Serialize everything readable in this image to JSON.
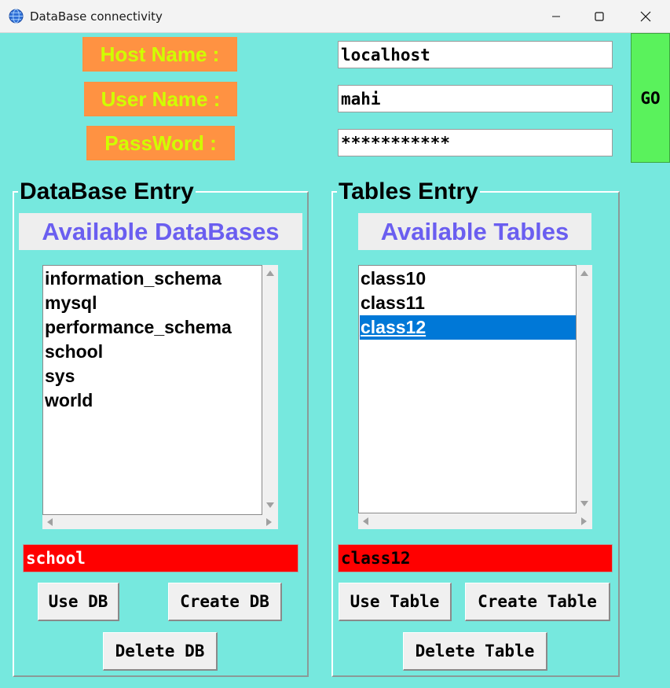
{
  "window": {
    "title": "DataBase connectivity",
    "icons": {
      "app": "globe-icon",
      "minimize": "minimize-icon",
      "maximize": "maximize-icon",
      "close": "close-icon"
    }
  },
  "login": {
    "host_label": "Host Name :",
    "user_label": "User Name :",
    "password_label": "PassWord :",
    "host_value": "localhost",
    "user_value": "mahi",
    "password_value": "***********",
    "go_label": "GO"
  },
  "database_entry": {
    "frame_title": "DataBase Entry",
    "header": "Available DataBases",
    "items": [
      "information_schema",
      "mysql",
      "performance_schema",
      "school",
      "sys",
      "world"
    ],
    "current": "school",
    "use_label": "Use DB",
    "create_label": "Create DB",
    "delete_label": "Delete DB"
  },
  "tables_entry": {
    "frame_title": "Tables Entry",
    "header": "Available Tables",
    "items": [
      "class10",
      "class11",
      "class12"
    ],
    "selected": "class12",
    "current": "class12",
    "use_label": "Use Table",
    "create_label": "Create Table",
    "delete_label": "Delete Table"
  },
  "colors": {
    "background": "#76e8de",
    "label_bg": "#ff9242",
    "label_text": "#d0ff00",
    "header_text": "#6a5ef0",
    "go_button": "#5af25c",
    "entry_bg": "#ff0000",
    "selection": "#0078d7"
  }
}
